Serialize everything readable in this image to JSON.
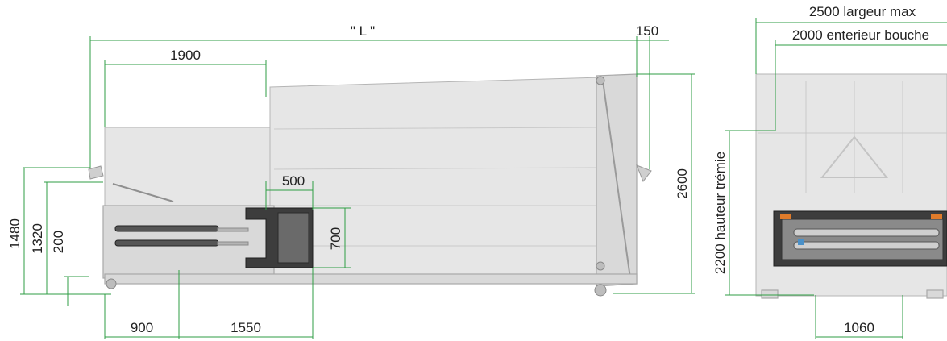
{
  "dimensions": {
    "length": "\" L \"",
    "d150": "150",
    "d1900": "1900",
    "d500": "500",
    "d700": "700",
    "d2600": "2600",
    "d1480": "1480",
    "d1320": "1320",
    "d200": "200",
    "d900": "900",
    "d1550": "1550",
    "width_max": "2500 largeur max",
    "mouth_inner": "2000 enterieur bouche",
    "hopper_height": "2200 hauteur trémie",
    "d1060": "1060"
  },
  "colors": {
    "dimension_line": "#2f9e44",
    "body": "#d9d9d9",
    "compactor_block": "#3d3d3d",
    "accent_orange": "#e07b2a",
    "accent_blue": "#4a90c8"
  }
}
